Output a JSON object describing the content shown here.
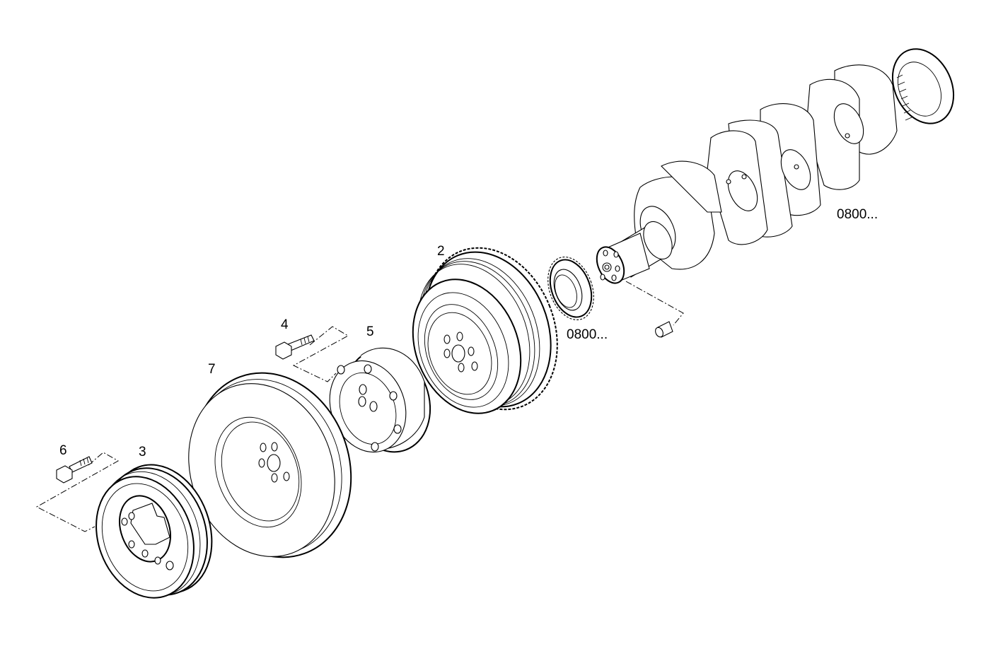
{
  "diagram": {
    "title": "Crankshaft pulley / vibration damper exploded view",
    "background": "#ffffff",
    "line_color": "#000000",
    "parts": [
      {
        "id": "crankshaft",
        "callout": "0800...",
        "description": "crankshaft"
      },
      {
        "id": "gear-ring",
        "callout": "0800...",
        "description": "timing gear ring"
      },
      {
        "id": "dowel-pin",
        "callout": "",
        "description": "dowel pin"
      },
      {
        "id": "part-2",
        "callout": "2",
        "description": "pulley with tone wheel"
      },
      {
        "id": "part-4",
        "callout": "4",
        "description": "flange bolt"
      },
      {
        "id": "part-5",
        "callout": "5",
        "description": "hub / spacer"
      },
      {
        "id": "part-7",
        "callout": "7",
        "description": "vibration damper"
      },
      {
        "id": "part-6",
        "callout": "6",
        "description": "flange bolt"
      },
      {
        "id": "part-3",
        "callout": "3",
        "description": "belt pulley"
      }
    ]
  },
  "labels": {
    "crankshaft": "0800...",
    "gear_ring": "0800...",
    "p2": "2",
    "p4": "4",
    "p5": "5",
    "p7": "7",
    "p6": "6",
    "p3": "3"
  }
}
